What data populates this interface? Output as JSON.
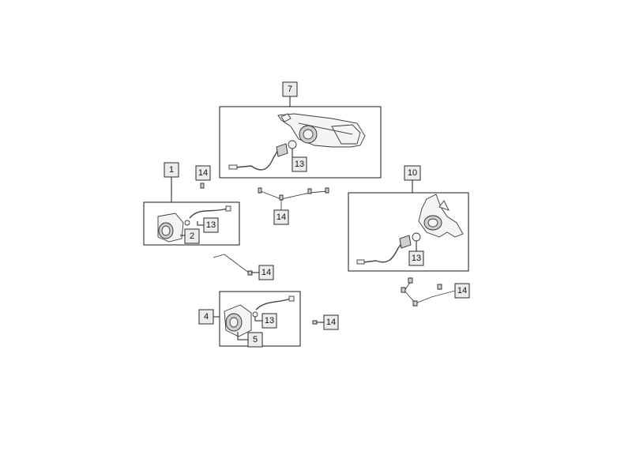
{
  "callouts": {
    "c1": "1",
    "c2": "2",
    "c4": "4",
    "c5": "5",
    "c7": "7",
    "c10": "10",
    "c13a": "13",
    "c13b": "13",
    "c13c": "13",
    "c13d": "13",
    "c14a": "14",
    "c14b": "14",
    "c14c": "14",
    "c14d": "14",
    "c14e": "14"
  },
  "colors": {
    "line": "#1a1a1a",
    "tag_fill": "#ececec"
  }
}
